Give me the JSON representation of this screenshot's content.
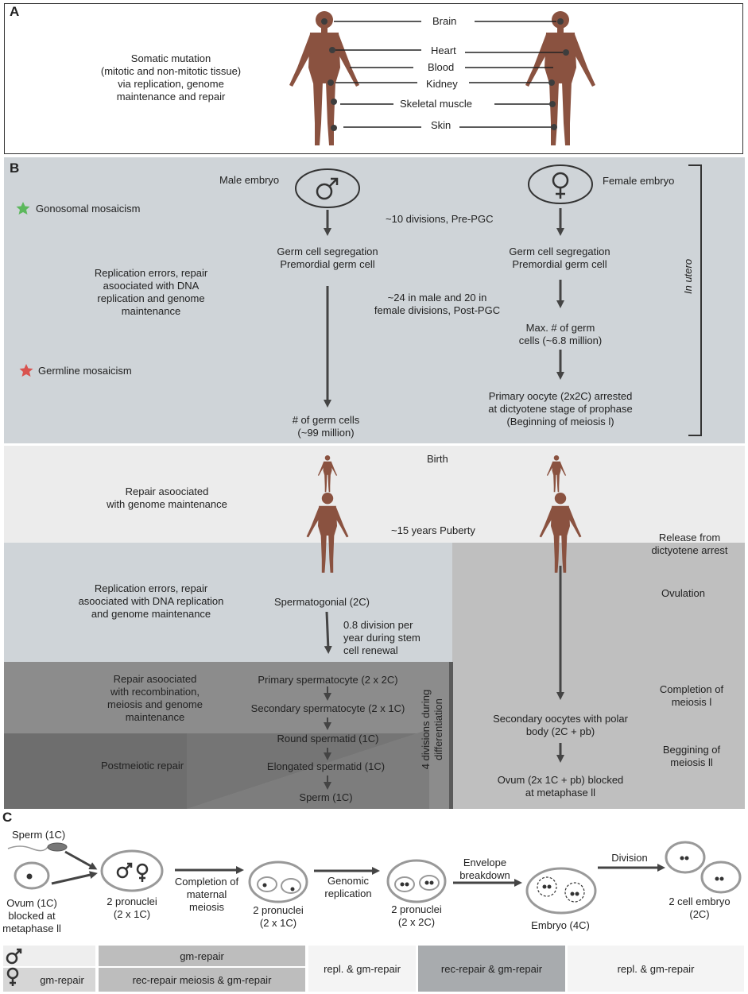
{
  "panels": {
    "a": "A",
    "b": "B",
    "c": "C"
  },
  "panel_a": {
    "description": "Somatic mutation\n(mitotic and non-mitotic tissue)\nvia replication, genome\nmaintenance and repair",
    "tissues": [
      "Brain",
      "Heart",
      "Blood",
      "Kidney",
      "Skeletal muscle",
      "Skin"
    ]
  },
  "panel_b": {
    "male_embryo": "Male embryo",
    "female_embryo": "Female embryo",
    "gonosomal": "Gonosomal mosaicism",
    "germline": "Germline mosaicism",
    "divisions_pre_pgc": "~10 divisions, Pre-PGC",
    "germ_segregation_male": "Germ cell segregation\nPremordial germ cell",
    "germ_segregation_female": "Germ cell segregation\nPremordial germ cell",
    "replication_errors_1": "Replication errors, repair\nasoociated with DNA\nreplication and genome\nmaintenance",
    "divisions_post_pgc": "~24 in male and 20 in\nfemale divisions, Post-PGC",
    "max_germ_cells": "Max. # of germ\ncells (~6.8 million)",
    "primary_oocyte": "Primary oocyte (2x2C) arrested\nat dictyotene stage of prophase\n(Beginning of meiosis l)",
    "germ_cells_male": "# of germ cells\n(~99 million)",
    "in_utero": "In utero",
    "birth": "Birth",
    "repair_genome": "Repair asoociated\nwith genome maintenance",
    "puberty": "~15 years Puberty",
    "release": "Release from\ndictyotene arrest",
    "replication_errors_2": "Replication errors, repair\nasoociated with DNA replication\nand genome maintenance",
    "spermatogonial": "Spermatogonial (2C)",
    "ovulation": "Ovulation",
    "division_rate": "0.8 division per\nyear during stem\ncell renewal",
    "repair_recomb": "Repair asoociated\nwith recombination,\nmeiosis and genome\nmaintenance",
    "primary_spermatocyte": "Primary spermatocyte (2 x 2C)",
    "secondary_spermatocyte": "Secondary spermatocyte (2 x 1C)",
    "round_spermatid": "Round spermatid (1C)",
    "elongated_spermatid": "Elongated spermatid (1C)",
    "sperm": "Sperm (1C)",
    "postmeiotic": "Postmeiotic repair",
    "four_divisions": "4 divisions during\ndifferentiation",
    "completion_meiosis": "Completion of\nmeiosis l",
    "secondary_oocytes": "Secondary oocytes with polar\nbody (2C + pb)",
    "beginning_meiosis2": "Beggining of\nmeiosis ll",
    "ovum": "Ovum (2x 1C + pb) blocked\nat metaphase ll"
  },
  "panel_c": {
    "sperm": "Sperm (1C)",
    "ovum": "Ovum (1C)\nblocked at\nmetaphase ll",
    "pronuclei_1": "2 pronuclei\n(2 x 1C)",
    "completion_maternal": "Completion of\nmaternal\nmeiosis",
    "pronuclei_2": "2 pronuclei\n(2 x 1C)",
    "genomic_replication": "Genomic\nreplication",
    "pronuclei_3": "2 pronuclei\n(2 x 2C)",
    "envelope": "Envelope\nbreakdown",
    "embryo": "Embryo (4C)",
    "division": "Division",
    "two_cell": "2 cell embryo\n(2C)"
  },
  "repair_bar": {
    "male_gm": "gm-repair",
    "female_gm": "gm-repair",
    "rec_meiosis": "rec-repair meiosis & gm-repair",
    "repl_1": "repl. & gm-repair",
    "rec_gm": "rec-repair & gm-repair",
    "repl_2": "repl. & gm-repair"
  },
  "colors": {
    "skin": "#8a5240",
    "dot": "#3d3d3d",
    "panel_b_bg": "#cfd4d8",
    "birth_bg": "#ececec",
    "dark_box": "#8c8c8c",
    "darker_box": "#6e6e6e",
    "female_late": "#bfbfbf",
    "arrow": "#444444"
  }
}
